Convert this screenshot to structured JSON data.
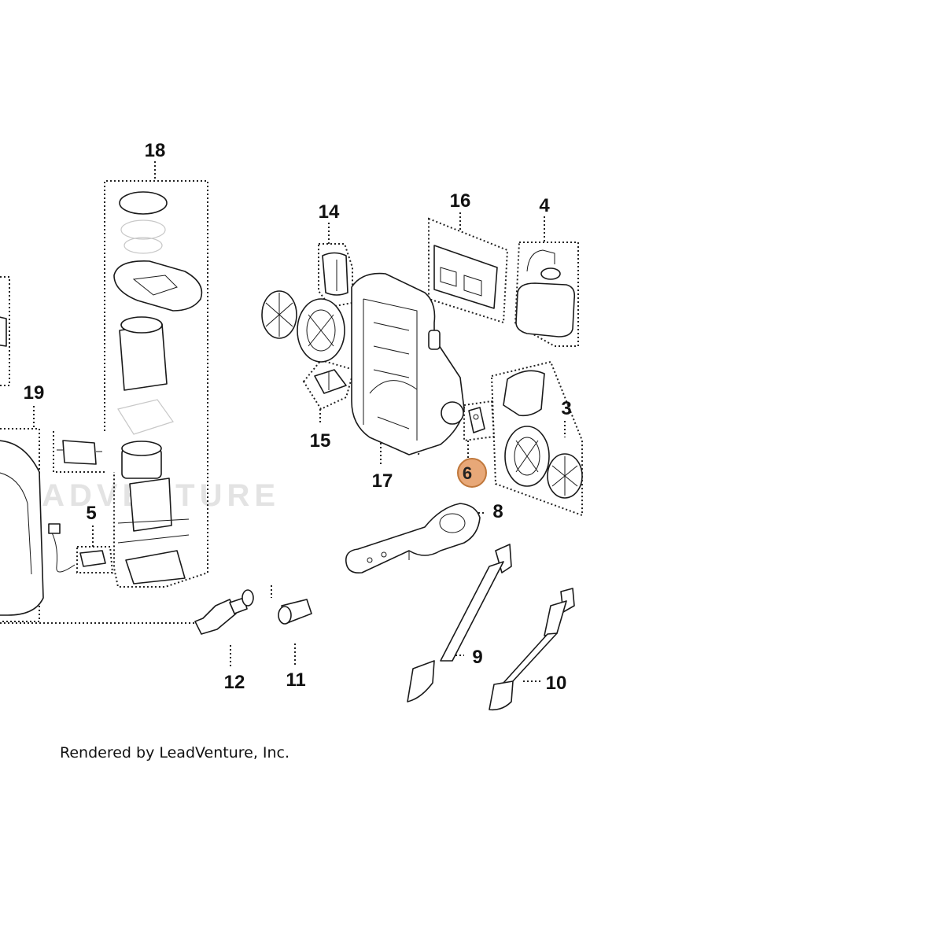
{
  "diagram": {
    "callouts": [
      {
        "id": "18",
        "label": "18"
      },
      {
        "id": "19",
        "label": "19"
      },
      {
        "id": "14",
        "label": "14"
      },
      {
        "id": "16",
        "label": "16"
      },
      {
        "id": "4",
        "label": "4"
      },
      {
        "id": "3",
        "label": "3"
      },
      {
        "id": "15",
        "label": "15"
      },
      {
        "id": "17",
        "label": "17"
      },
      {
        "id": "6",
        "label": "6",
        "highlighted": true
      },
      {
        "id": "5",
        "label": "5"
      },
      {
        "id": "8",
        "label": "8"
      },
      {
        "id": "9",
        "label": "9"
      },
      {
        "id": "10",
        "label": "10"
      },
      {
        "id": "11",
        "label": "11"
      },
      {
        "id": "12",
        "label": "12"
      }
    ],
    "highlight_color": "#e8a878",
    "highlight_stroke": "#c0783c"
  },
  "watermark": {
    "text": "LEADVENTURE"
  },
  "footer": {
    "text": "Rendered by LeadVenture, Inc."
  }
}
